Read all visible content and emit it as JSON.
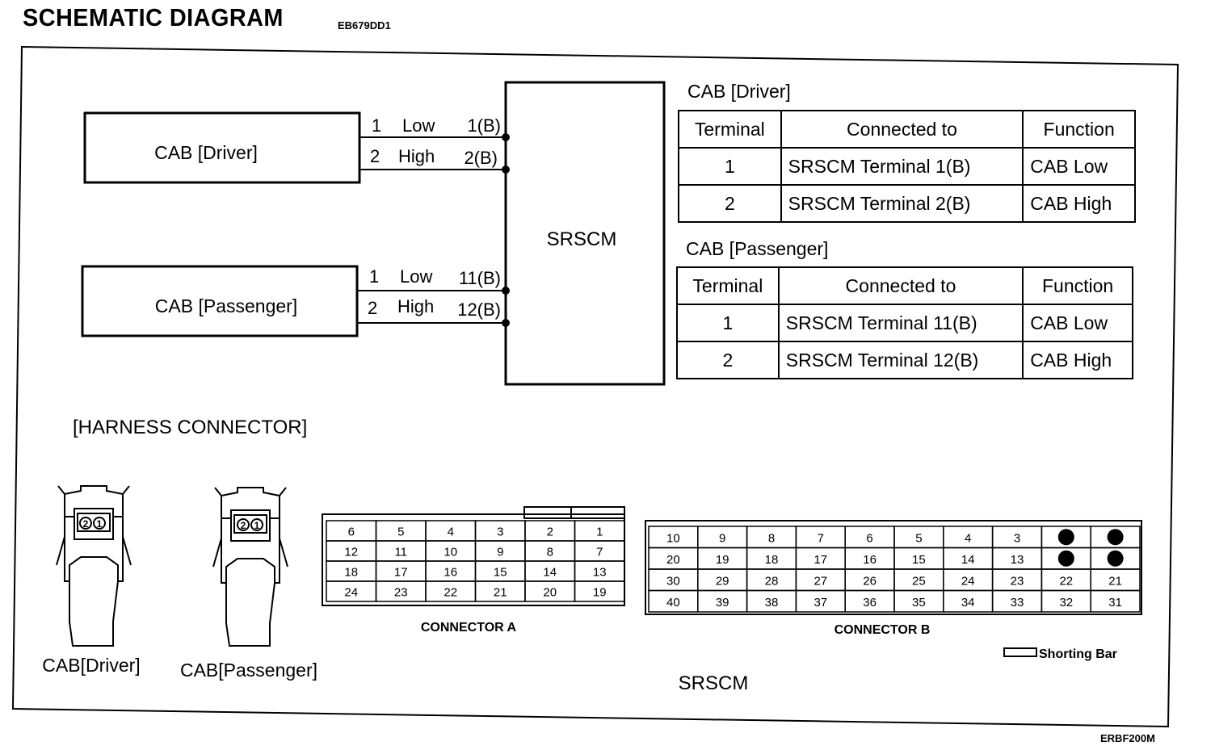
{
  "header": {
    "title": "SCHEMATIC DIAGRAM",
    "doc_code": "EB679DD1"
  },
  "figure_code": "ERBF200M",
  "schematic": {
    "module_label": "SRSCM",
    "driver_box": "CAB [Driver]",
    "passenger_box": "CAB [Passenger]",
    "driver_wires": [
      {
        "pin": "1",
        "name": "Low",
        "terminal": "1(B)"
      },
      {
        "pin": "2",
        "name": "High",
        "terminal": "2(B)"
      }
    ],
    "passenger_wires": [
      {
        "pin": "1",
        "name": "Low",
        "terminal": "11(B)"
      },
      {
        "pin": "2",
        "name": "High",
        "terminal": "12(B)"
      }
    ]
  },
  "tables": {
    "headers": {
      "terminal": "Terminal",
      "connected": "Connected to",
      "function": "Function"
    },
    "driver": {
      "title": "CAB [Driver]",
      "rows": [
        {
          "terminal": "1",
          "connected": "SRSCM Terminal 1(B)",
          "function": "CAB Low"
        },
        {
          "terminal": "2",
          "connected": "SRSCM Terminal 2(B)",
          "function": "CAB High"
        }
      ]
    },
    "passenger": {
      "title": "CAB [Passenger]",
      "rows": [
        {
          "terminal": "1",
          "connected": "SRSCM Terminal 11(B)",
          "function": "CAB Low"
        },
        {
          "terminal": "2",
          "connected": "SRSCM Terminal 12(B)",
          "function": "CAB High"
        }
      ]
    }
  },
  "harness": {
    "section_title": "[HARNESS CONNECTOR]",
    "cab_driver_label": "CAB[Driver]",
    "cab_passenger_label": "CAB[Passenger]",
    "pin_labels": [
      "2",
      "1"
    ],
    "connector_a": {
      "label": "CONNECTOR A",
      "rows": [
        [
          "6",
          "5",
          "4",
          "3",
          "2",
          "1"
        ],
        [
          "12",
          "11",
          "10",
          "9",
          "8",
          "7"
        ],
        [
          "18",
          "17",
          "16",
          "15",
          "14",
          "13"
        ],
        [
          "24",
          "23",
          "22",
          "21",
          "20",
          "19"
        ]
      ]
    },
    "connector_b": {
      "label": "CONNECTOR B",
      "rows": [
        [
          "10",
          "9",
          "8",
          "7",
          "6",
          "5",
          "4",
          "3",
          "",
          ""
        ],
        [
          "20",
          "19",
          "18",
          "17",
          "16",
          "15",
          "14",
          "13",
          "",
          ""
        ],
        [
          "30",
          "29",
          "28",
          "27",
          "26",
          "25",
          "24",
          "23",
          "22",
          "21"
        ],
        [
          "40",
          "39",
          "38",
          "37",
          "36",
          "35",
          "34",
          "33",
          "32",
          "31"
        ]
      ]
    },
    "shorting_bar_label": "Shorting Bar",
    "srscm_label": "SRSCM"
  }
}
